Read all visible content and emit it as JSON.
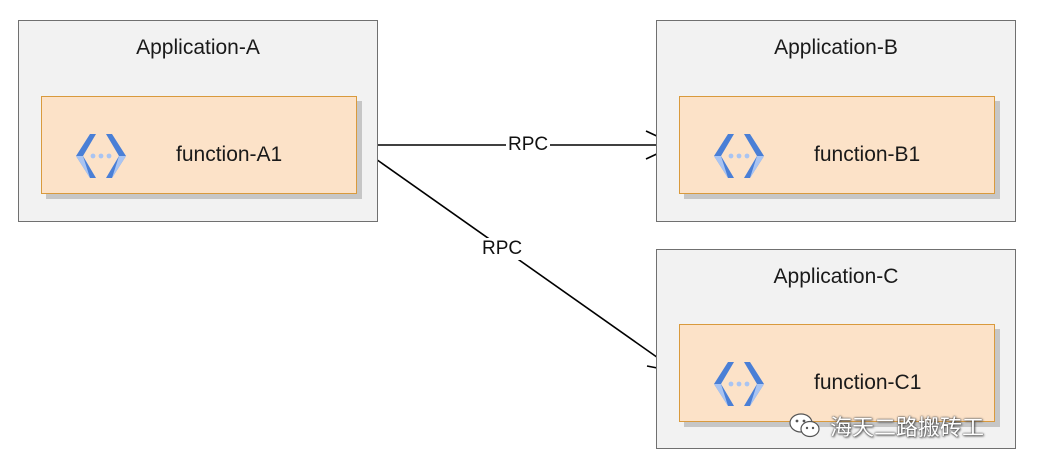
{
  "applications": [
    {
      "id": "a",
      "title": "Application-A",
      "function": "function-A1",
      "icon": "cloud-functions-icon"
    },
    {
      "id": "b",
      "title": "Application-B",
      "function": "function-B1",
      "icon": "cloud-functions-icon"
    },
    {
      "id": "c",
      "title": "Application-C",
      "function": "function-C1",
      "icon": "cloud-functions-icon"
    }
  ],
  "edges": [
    {
      "from": "function-A1",
      "to": "function-B1",
      "label": "RPC"
    },
    {
      "from": "function-A1",
      "to": "function-C1",
      "label": "RPC"
    }
  ],
  "watermark": {
    "text": "海天二路搬砖工",
    "icon": "wechat-icon"
  },
  "colors": {
    "app_fill": "#f2f2f2",
    "app_border": "#707070",
    "function_fill": "#fce2c8",
    "function_border": "#d99a3d",
    "icon_blue_dark": "#4a7fd6",
    "icon_blue_light": "#a9c4f2"
  }
}
